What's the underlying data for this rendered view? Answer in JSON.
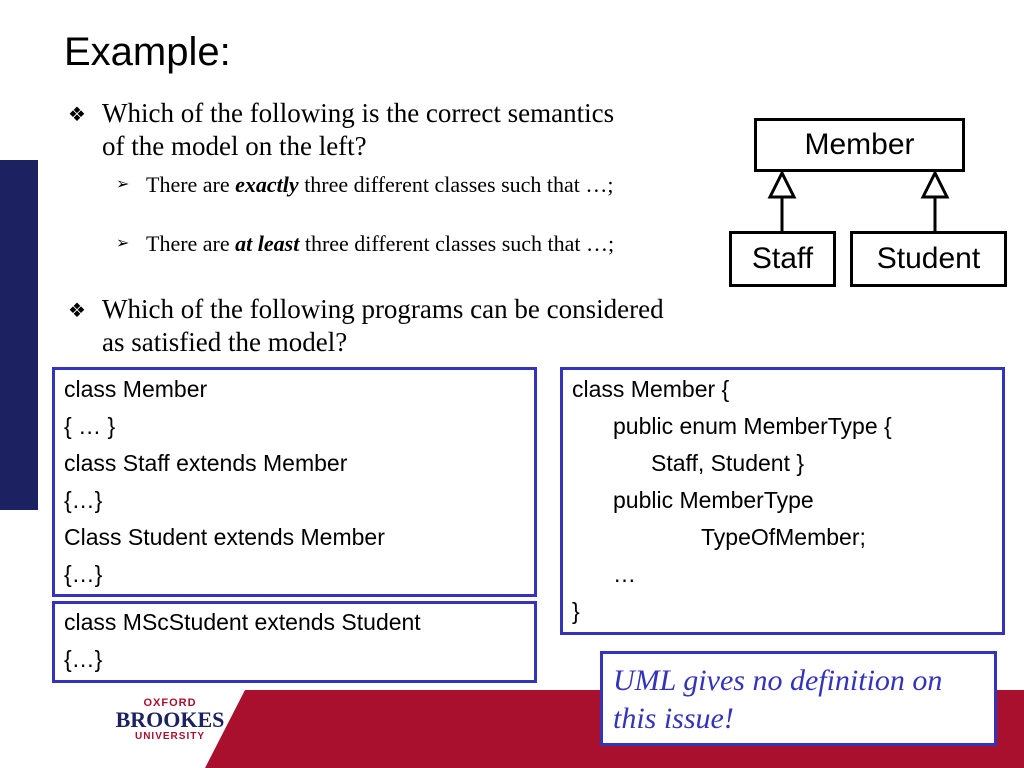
{
  "slide": {
    "title": "Example:"
  },
  "questions": [
    {
      "bullet": "❖",
      "text": "Which of the following is the correct semantics of the model on the left?"
    },
    {
      "bullet": "❖",
      "text": "Which of the following programs can be considered as satisfied the model?"
    }
  ],
  "sub_points": [
    {
      "bullet": "➢",
      "prefix": "There are ",
      "emphasis": "exactly",
      "suffix": " three different classes such that …;"
    },
    {
      "bullet": "➢",
      "prefix": "There are ",
      "emphasis": "at least",
      "suffix": " three different classes such that …;"
    }
  ],
  "uml": {
    "parent": "Member",
    "child_left": "Staff",
    "child_right": "Student"
  },
  "code_left": {
    "lines": [
      "class Member",
      "{ … }",
      "class Staff extends Member",
      "{…}",
      "Class Student extends Member",
      "{…}"
    ]
  },
  "code_left_extra": {
    "lines": [
      "class MScStudent extends Student",
      "{…}"
    ]
  },
  "code_right": {
    "lines": [
      "class Member {",
      "public enum MemberType {",
      "Staff, Student }",
      "public MemberType",
      "TypeOfMember;",
      "…",
      "}"
    ]
  },
  "note": {
    "text": "UML gives no definition on this issue!"
  },
  "logo": {
    "line1": "OXFORD",
    "line2": "BROOKES",
    "line3": "UNIVERSITY"
  },
  "colors": {
    "navy": "#1c2261",
    "crimson": "#a8102e",
    "box_border": "#3333bb"
  }
}
